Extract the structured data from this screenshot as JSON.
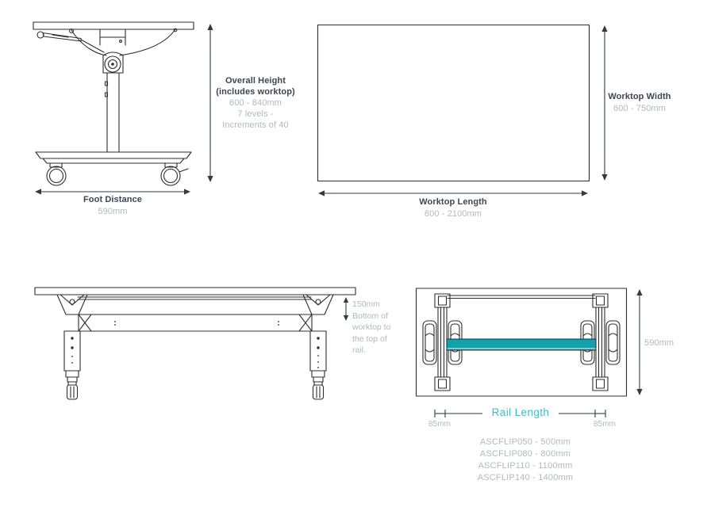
{
  "side_view": {
    "overall_height_label_1": "Overall Height",
    "overall_height_label_2": "(includes worktop)",
    "overall_height_range": "600 - 840mm",
    "overall_height_levels": "7 levels -",
    "overall_height_increments": "Increments of 40",
    "foot_distance_label": "Foot Distance",
    "foot_distance_value": "590mm"
  },
  "worktop_view": {
    "width_label": "Worktop Width",
    "width_value": "600 - 750mm",
    "length_label": "Worktop Length",
    "length_value": "800 - 2100mm"
  },
  "front_view": {
    "rail_offset_note": "150mm\nBottom of\nworktop to\nthe top of\nrail."
  },
  "rail_view": {
    "height_value": "590mm",
    "rail_length_label": "Rail Length",
    "left_offset_value": "85mm",
    "right_offset_value": "85mm",
    "part_numbers": [
      "ASCFLIP050 - 500mm",
      "ASCFLIP080 - 800mm",
      "ASCFLIP110 - 1100mm",
      "ASCFLIP140 - 1400mm"
    ]
  },
  "colors": {
    "accent_teal": "#14a0ab",
    "accent_teal_text": "#3fbccb",
    "dark_text": "#3a4753",
    "gray_text": "#b3b8bd",
    "line": "#2d2d2d"
  }
}
